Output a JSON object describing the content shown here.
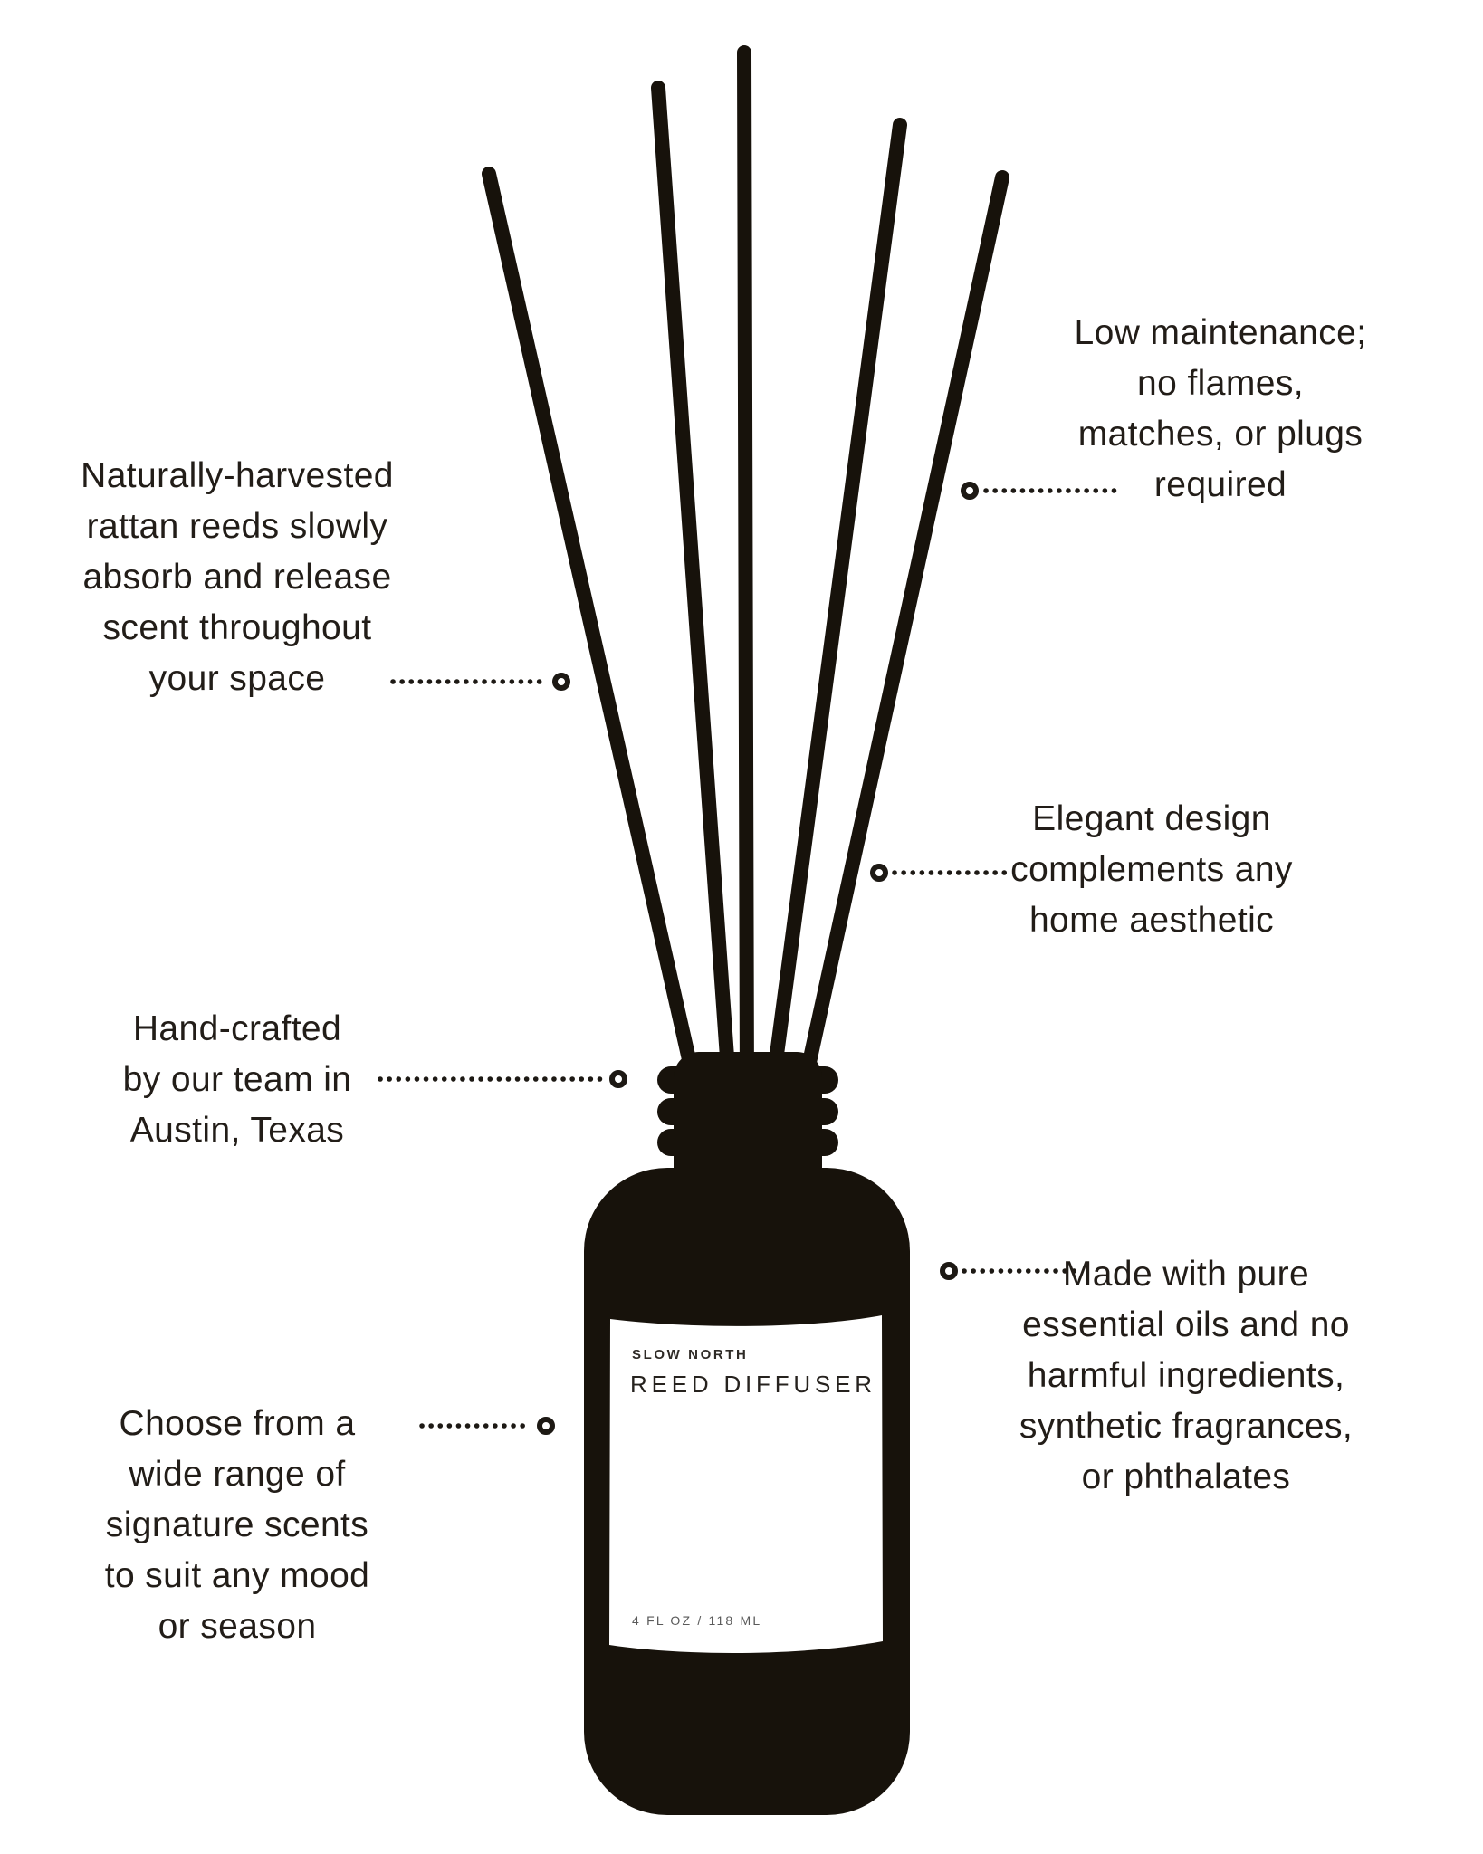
{
  "page": {
    "background_color": "#ffffff",
    "ink_color": "#17120b",
    "text_color": "#221d18"
  },
  "callouts": {
    "low_maintenance": {
      "lines": [
        "Low maintenance;",
        "no flames,",
        "matches, or plugs",
        "required"
      ]
    },
    "natural_reeds": {
      "lines": [
        "Naturally-harvested",
        "rattan reeds slowly",
        "absorb and release",
        "scent throughout",
        "your space"
      ]
    },
    "elegant_design": {
      "lines": [
        "Elegant design",
        "complements any",
        "home aesthetic"
      ]
    },
    "hand_crafted": {
      "lines": [
        "Hand-crafted",
        "by our team in",
        "Austin, Texas"
      ]
    },
    "pure_ingredients": {
      "lines": [
        "Made with pure",
        "essential oils and no",
        "harmful ingredients,",
        "synthetic fragrances,",
        "or phthalates"
      ]
    },
    "signature_scents": {
      "lines": [
        "Choose from a",
        "wide range of",
        "signature scents",
        "to suit any mood",
        "or season"
      ]
    }
  },
  "bottle_label": {
    "brand": "SLOW NORTH",
    "product": "REED DIFFUSER",
    "volume": "4 FL OZ / 118 ML"
  }
}
